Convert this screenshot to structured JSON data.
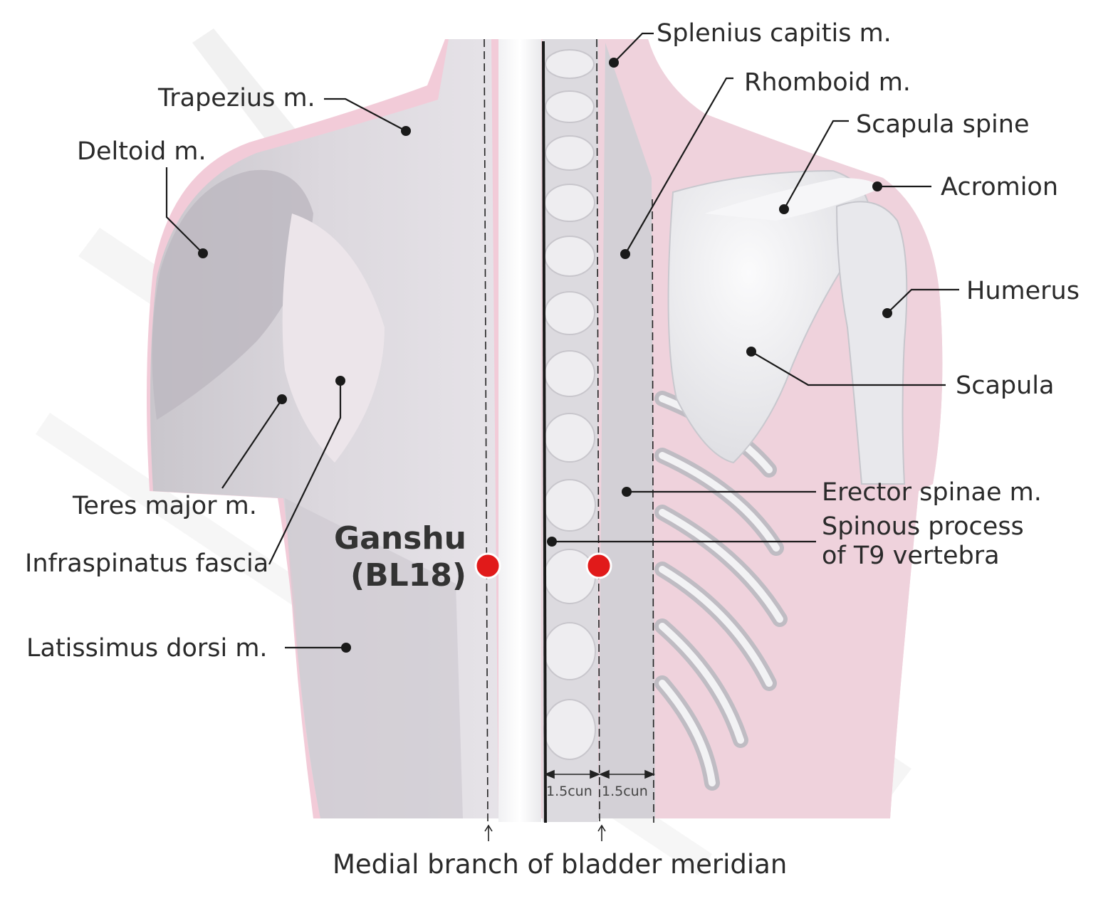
{
  "acupoint": {
    "name": "Ganshu",
    "code": "(BL18)",
    "color": "#e11a1a"
  },
  "labels": {
    "splenius_capitis": "Splenius capitis m.",
    "rhomboid": "Rhomboid m.",
    "trapezius": "Trapezius m.",
    "scapula_spine": "Scapula spine",
    "deltoid": "Deltoid m.",
    "acromion": "Acromion",
    "humerus": "Humerus",
    "scapula": "Scapula",
    "teres_major": "Teres major m.",
    "erector_spinae": "Erector spinae m.",
    "spinous_process_line1": "Spinous process",
    "spinous_process_line2": "of T9 vertebra",
    "infraspinatus": "Infraspinatus fascia",
    "latissimus": "Latissimus dorsi m.",
    "meridian": "Medial branch of bladder meridian"
  },
  "measure": {
    "left": "1.5cun",
    "right": "1.5cun"
  },
  "colors": {
    "skin_pink": "#f3c9d6",
    "muscle_grey": "#d6d3d8",
    "bone": "#eeeef1",
    "line": "#1a1a1a"
  }
}
